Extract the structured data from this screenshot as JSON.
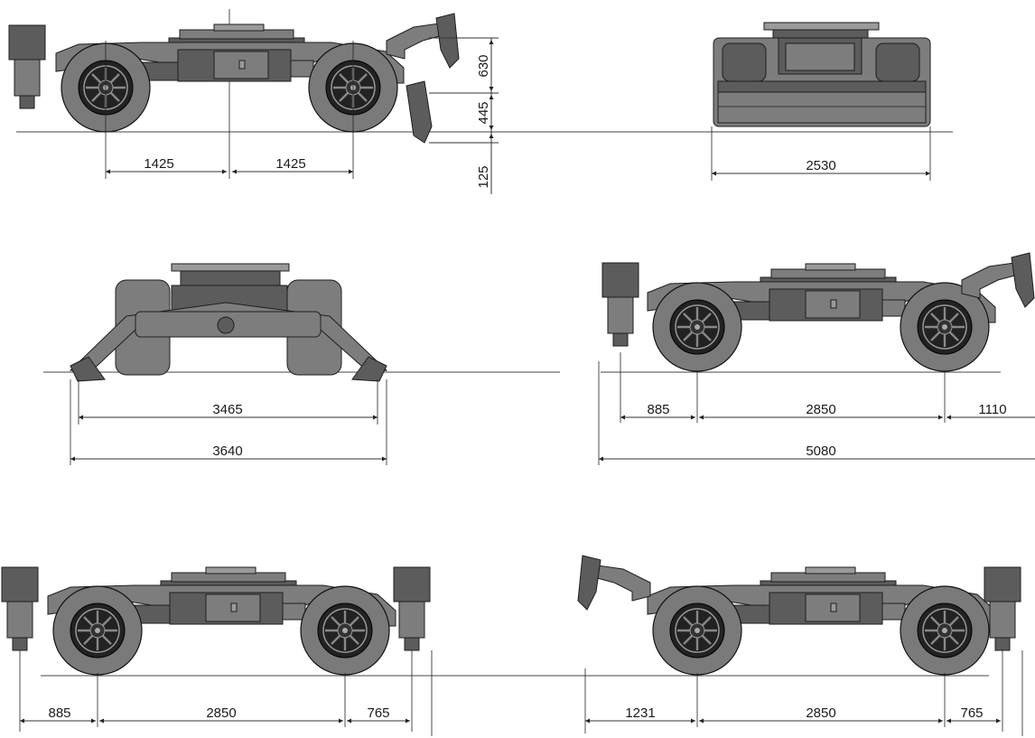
{
  "dimensions": {
    "side_wheelbase_half_left": "1425",
    "side_wheelbase_half_right": "1425",
    "height_upper": "630",
    "height_middle": "445",
    "height_lower": "125",
    "rear_width": "2530",
    "outrigger_inner": "3465",
    "outrigger_outer": "3640",
    "long_front": "885",
    "long_wheelbase": "2850",
    "long_rear": "1110",
    "long_total": "5080",
    "bottom_left_front": "885",
    "bottom_left_wheelbase": "2850",
    "bottom_left_rear": "765",
    "bottom_right_front": "1231",
    "bottom_right_wheelbase": "2850",
    "bottom_right_rear": "765"
  },
  "colors": {
    "body": "#7d7d7d",
    "body_dark": "#5c5c5c",
    "tire": "#7a7a7a",
    "rim": "#222222",
    "line": "#333333"
  }
}
